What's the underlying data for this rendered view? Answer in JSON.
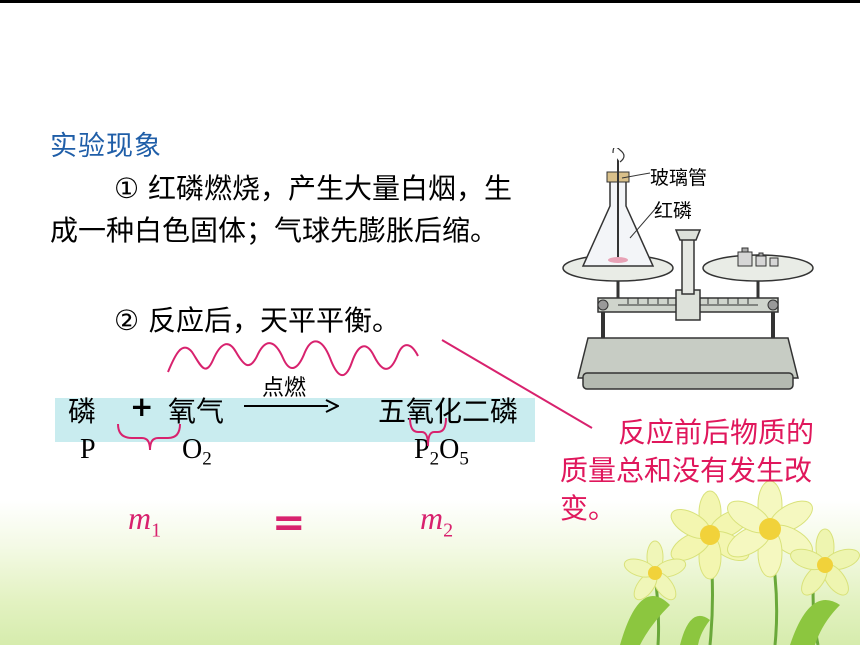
{
  "slide": {
    "heading": "实验现象",
    "observation_1": "① 红磷燃烧，产生大量白烟，生成一种白色固体；气球先膨胀后缩",
    "observation_1_end": "。",
    "observation_2": "② 反应后，天平平衡。",
    "equation": {
      "reactant_1": "磷",
      "plus": "+",
      "reactant_2": "氧气",
      "condition": "点燃",
      "product": "五氧化二磷",
      "formula_p": "P",
      "formula_o": "O",
      "formula_o_sub": "2",
      "formula_p2": "P",
      "formula_p2_sub": "2",
      "formula_o5": "O",
      "formula_o5_sub": "5",
      "mass_1": "m",
      "mass_1_sub": "1",
      "equals": "=",
      "mass_2": "m",
      "mass_2_sub": "2"
    },
    "apparatus": {
      "label_tube": "玻璃管",
      "label_phosphorus": "红磷"
    },
    "conclusion": "反应前后物质的质量总和没有发生改变。"
  },
  "colors": {
    "heading": "#1f5ea8",
    "accent": "#d8226e",
    "note": "#e0175c",
    "band": "#c9ecef"
  }
}
